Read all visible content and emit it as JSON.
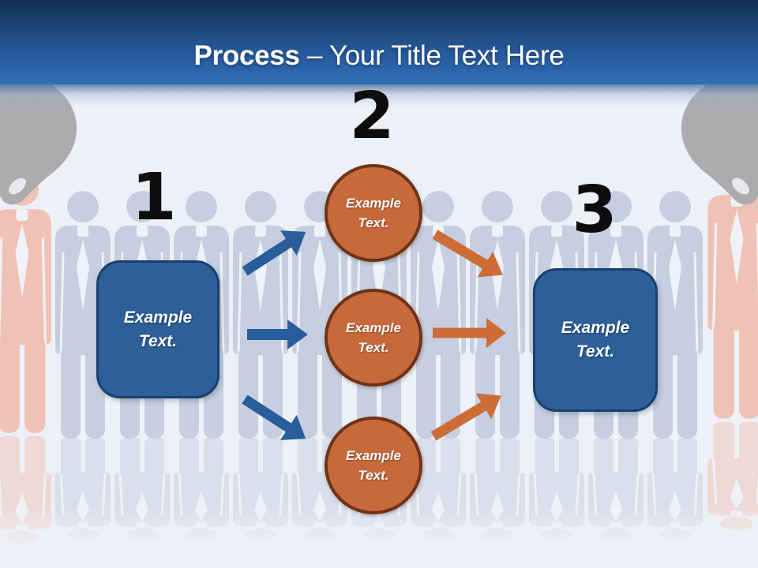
{
  "slide": {
    "title": {
      "bold": "Process",
      "rest": " – Your Title Text Here"
    },
    "diagram": {
      "step1": {
        "number": "1",
        "box_label": "Example Text."
      },
      "step2": {
        "number": "2",
        "circle_labels": [
          "Example Text.",
          "Example Text.",
          "Example Text."
        ]
      },
      "step3": {
        "number": "3",
        "box_label": "Example Text."
      }
    },
    "icons": {
      "background": "row-of-businessman-silhouettes-with-reflection",
      "left_edge": "gray-hand-picking-pink-person",
      "right_edge": "gray-hand-picking-pink-person-mirrored"
    },
    "colors": {
      "header_top": "#142F50",
      "header_bottom": "#306FB8",
      "title_text": "#FFFFFF",
      "number_text": "#0D0D0D",
      "box_fill": "#2D5F98",
      "box_border": "#17406E",
      "circle_fill": "#C8693C",
      "circle_border": "#6F3317",
      "arrow_blue": "#2A5E9B",
      "arrow_orange": "#CC6D38",
      "background": "#EDF1F7",
      "silhouette_blue": "#C6CEE0",
      "silhouette_pink": "#F0C2B5",
      "hand_gray": "#ACACAF"
    }
  }
}
